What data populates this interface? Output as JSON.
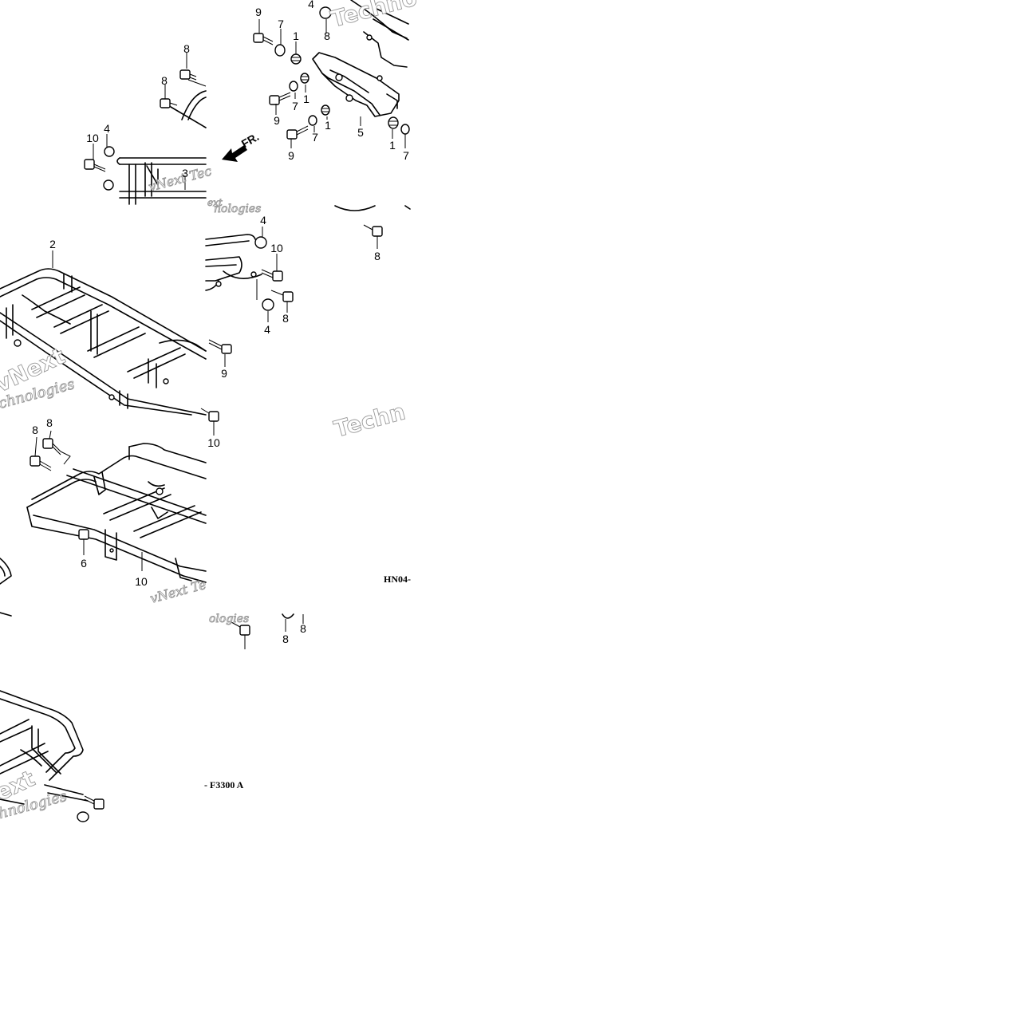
{
  "diagram": {
    "front_arrow_label": "FR.",
    "code_left": "- F3300  A",
    "code_right": "HN04-",
    "watermark_words": [
      "Techno",
      "vNext Tec",
      "nologies",
      "vNext",
      "chnologies",
      "ext",
      "Techn",
      "vNext Te",
      "ologies",
      "ext",
      "hnologies"
    ],
    "callouts": [
      "9",
      "7",
      "1",
      "4",
      "8",
      "8",
      "8",
      "1",
      "7",
      "9",
      "1",
      "7",
      "5",
      "1",
      "7",
      "9",
      "FR.",
      "10",
      "4",
      "3",
      "2",
      "4",
      "10",
      "8",
      "4",
      "9",
      "8",
      "10",
      "8",
      "8",
      "6",
      "10",
      "8",
      "8"
    ]
  }
}
